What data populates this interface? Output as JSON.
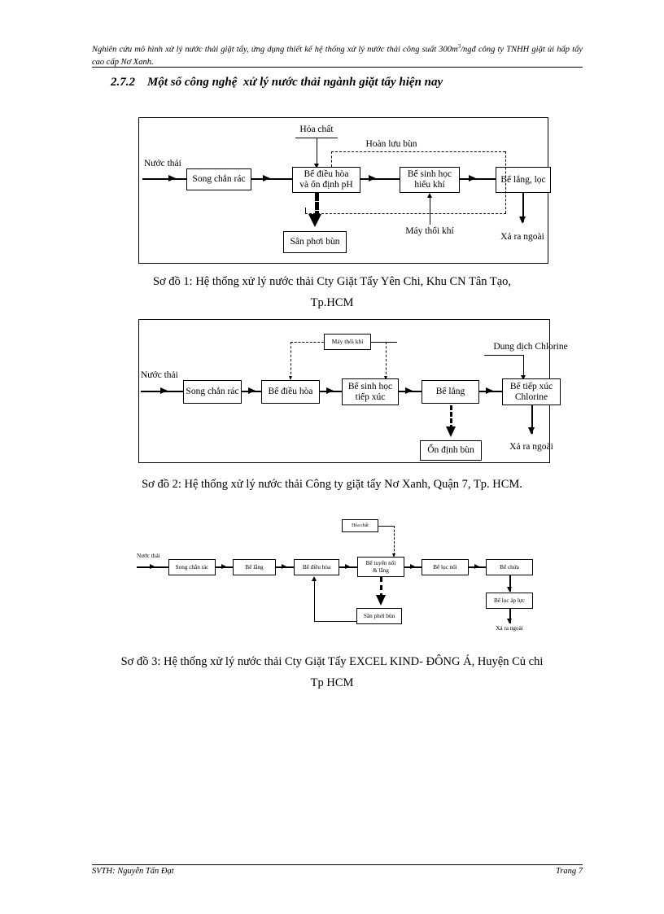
{
  "header": {
    "line_pre": "Nghiên cứu mô hình xử lý nước thải giặt tẩy, ứng dụng thiết kế hệ thống xử lý nước thải công suất 300m",
    "sup": "3",
    "line_post": "/ngđ công ty TNHH giặt ủi hấp tẩy cao cấp Nơ Xanh."
  },
  "section": {
    "number": "2.7.2",
    "title": "Một số công nghệ  xử lý nước thải ngành giặt tẩy hiện nay"
  },
  "figure1": {
    "inlet_label": "Nước thải",
    "chemical_label": "Hóa chất",
    "sludge_return_label": "Hoàn lưu bùn",
    "blower_label": "Máy thổi khí",
    "discharge_label": "Xả ra ngoài",
    "boxes": [
      {
        "label": "Song chắn rác"
      },
      {
        "label": "Bể điều hòa\nvà ổn định pH"
      },
      {
        "label": "Bể sinh học\nhiếu khí"
      },
      {
        "label": "Bể lắng, lọc"
      },
      {
        "label": "Sân phơi bùn"
      }
    ]
  },
  "caption1": "Sơ đồ 1: Hệ thống xử lý nước thải Cty Giặt Tẩy Yên Chi, Khu CN Tân Tạo,\nTp.HCM",
  "figure2": {
    "inlet_label": "Nước thải",
    "blower_label": "Máy thổi khí",
    "chlorine_label": "Dung dịch Chlorine",
    "discharge_label": "Xả ra ngoài",
    "boxes": [
      {
        "label": "Song chắn rác"
      },
      {
        "label": "Bể điều hòa"
      },
      {
        "label": "Bể sinh học\ntiếp xúc"
      },
      {
        "label": "Bể lắng"
      },
      {
        "label": "Bể tiếp xúc\nChlorine"
      },
      {
        "label": "Ổn định bùn"
      }
    ]
  },
  "caption2": "Sơ đồ 2: Hệ thống xử lý nước thải Công ty giặt tẩy Nơ Xanh, Quận 7, Tp. HCM.",
  "figure3": {
    "inlet_label": "Nước thải",
    "chemical_label": "Hóa chất",
    "discharge_label": "Xả ra ngoài",
    "boxes": [
      {
        "label": "Song chắn rác"
      },
      {
        "label": "Bể lắng"
      },
      {
        "label": "Bể điều hòa"
      },
      {
        "label": "Bể tuyển nổi\n& lắng"
      },
      {
        "label": "Bể lọc nổi"
      },
      {
        "label": "Bể chứa"
      },
      {
        "label": "Bể lọc áp lực"
      },
      {
        "label": "Sân phơi bùn"
      }
    ]
  },
  "caption3": "Sơ đồ 3: Hệ thống xử lý nước thải Cty Giặt Tẩy EXCEL KIND- ĐÔNG Á, Huyện Củ chi\nTp HCM",
  "footer": {
    "left": "SVTH: Nguyễn Tấn Đạt",
    "right": "Trang 7"
  }
}
